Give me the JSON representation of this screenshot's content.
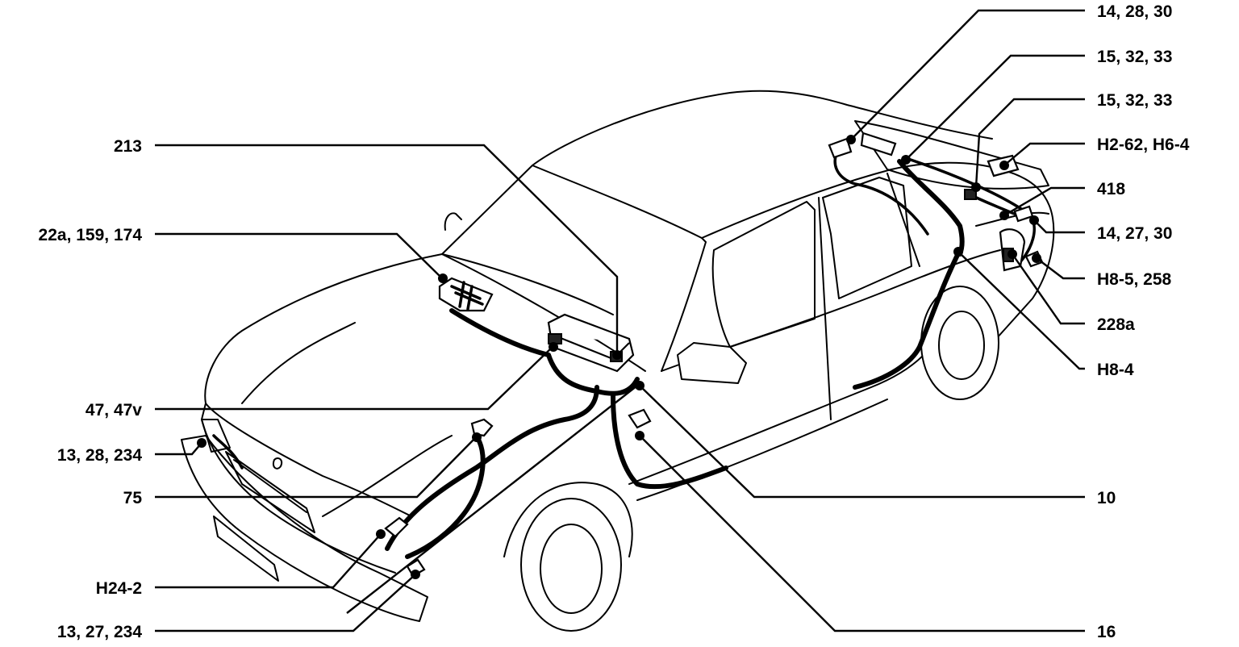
{
  "callouts": {
    "left": [
      {
        "id": "213",
        "text": "213"
      },
      {
        "id": "22a",
        "text": "22a, 159, 174"
      },
      {
        "id": "47",
        "text": "47, 47v"
      },
      {
        "id": "13a",
        "text": "13, 28, 234"
      },
      {
        "id": "75",
        "text": "75"
      },
      {
        "id": "h24",
        "text": "H24-2"
      },
      {
        "id": "13b",
        "text": "13, 27, 234"
      }
    ],
    "right": [
      {
        "id": "14a",
        "text": "14, 28, 30"
      },
      {
        "id": "15a",
        "text": "15, 32, 33"
      },
      {
        "id": "15b",
        "text": "15, 32, 33"
      },
      {
        "id": "h2",
        "text": "H2-62, H6-4"
      },
      {
        "id": "418",
        "text": "418"
      },
      {
        "id": "14b",
        "text": "14, 27, 30"
      },
      {
        "id": "h85",
        "text": "H8-5, 258"
      },
      {
        "id": "228",
        "text": "228a"
      },
      {
        "id": "h84",
        "text": "H8-4"
      },
      {
        "id": "10",
        "text": "10"
      },
      {
        "id": "16",
        "text": "16"
      }
    ]
  }
}
